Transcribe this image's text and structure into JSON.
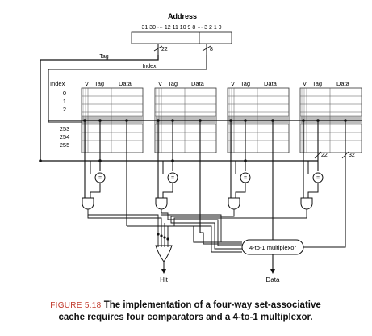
{
  "address": {
    "title": "Address",
    "bits": "31 30 ··· 12 11 10 9 8 ··· 3 2 1 0",
    "tag_width": "22",
    "index_width": "8"
  },
  "labels": {
    "tag": "Tag",
    "index": "Index",
    "hit": "Hit",
    "data": "Data",
    "mux": "4-to-1 multiplexor",
    "comparator": "="
  },
  "cache": {
    "index_header": "Index",
    "column_headers": [
      "V",
      "Tag",
      "Data"
    ],
    "top_rows": [
      "0",
      "1",
      "2"
    ],
    "bottom_rows": [
      "253",
      "254",
      "255"
    ],
    "ways": 4
  },
  "way4_widths": {
    "tag": "22",
    "data": "32"
  },
  "caption": {
    "figure": "FIGURE 5.18",
    "text": "The implementation of a four-way set-associative cache requires four comparators and a 4-to-1 multiplexor."
  },
  "colors": {
    "line": "#111111",
    "grid": "#555555",
    "highlight_row": "#bdbdbd",
    "caption_label": "#c0392b"
  }
}
